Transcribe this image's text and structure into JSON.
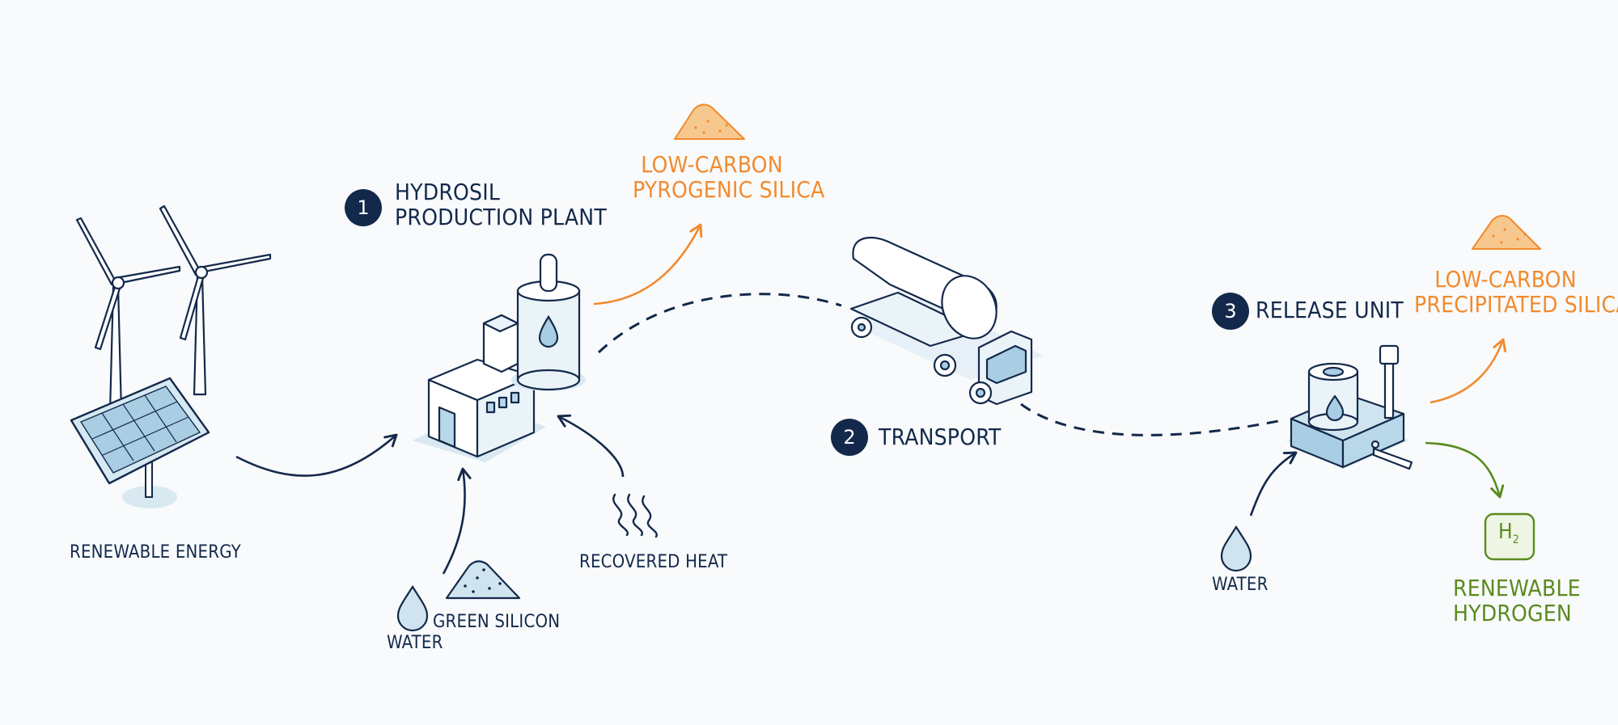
{
  "steps": [
    {
      "number": "1",
      "line1": "HYDROSIL",
      "line2": "PRODUCTION PLANT"
    },
    {
      "number": "2",
      "line1": "TRANSPORT"
    },
    {
      "number": "3",
      "line1": "RELEASE UNIT"
    }
  ],
  "inputs": {
    "renewable_energy": "RENEWABLE ENERGY",
    "water_plant": "WATER",
    "green_silicon": "GREEN SILICON",
    "recovered_heat": "RECOVERED HEAT",
    "water_release": "WATER"
  },
  "outputs": {
    "pyrogenic": {
      "line1": "LOW-CARBON",
      "line2": "PYROGENIC SILICA"
    },
    "precipitated": {
      "line1": "LOW-CARBON",
      "line2": "PRECIPITATED SILICA"
    },
    "hydrogen": {
      "line1": "RENEWABLE",
      "line2": "HYDROGEN",
      "symbol": "H",
      "subscript": "2"
    }
  },
  "colors": {
    "navy": "#13294b",
    "orange": "#f28a2e",
    "green": "#5a8a1f",
    "light_blue": "#cfe4ef",
    "sand": "#f7c88e"
  },
  "icons": [
    "wind-turbine-icon",
    "solar-panel-icon",
    "factory-icon",
    "storage-tank-icon",
    "tanker-truck-icon",
    "release-unit-icon",
    "water-drop-icon",
    "silicon-pile-icon",
    "heat-waves-icon",
    "silica-pile-icon",
    "hydrogen-icon"
  ]
}
